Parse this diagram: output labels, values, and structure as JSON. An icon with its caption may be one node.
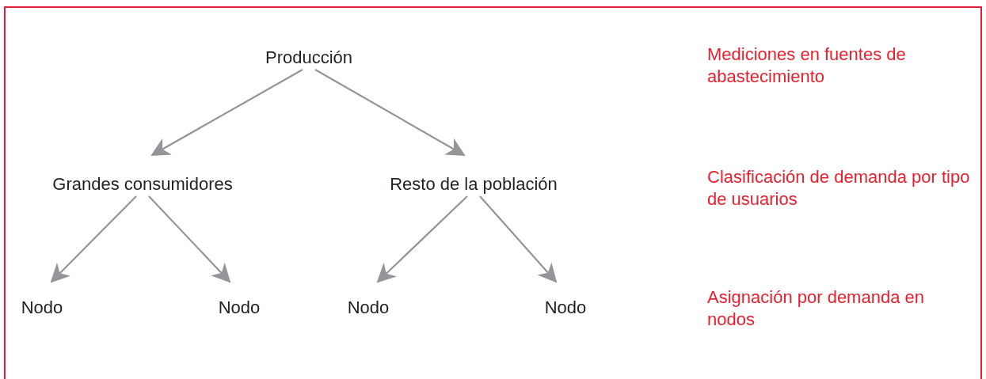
{
  "diagram": {
    "nodes": [
      {
        "text": [
          "Producción"
        ]
      },
      {
        "text": [
          "Grandes consumidores"
        ]
      },
      {
        "text": [
          "Resto de la población"
        ]
      },
      {
        "text": [
          "Nodo"
        ]
      },
      {
        "text": [
          "Nodo"
        ]
      },
      {
        "text": [
          "Nodo"
        ]
      },
      {
        "text": [
          "Nodo"
        ]
      }
    ],
    "edges": [
      {
        "from": 0,
        "to": 1,
        "arrow": "to"
      },
      {
        "from": 0,
        "to": 2,
        "arrow": "to"
      },
      {
        "from": 1,
        "to": 3,
        "arrow": "to"
      },
      {
        "from": 1,
        "to": 4,
        "arrow": "to"
      },
      {
        "from": 2,
        "to": 5,
        "arrow": "to"
      },
      {
        "from": 2,
        "to": 6,
        "arrow": "to"
      }
    ],
    "labels": [
      "Mediciones en fuentes de abastecimiento",
      "Clasificación de demanda por tipo de usuarios",
      "Asignación por demanda en nodos"
    ]
  }
}
